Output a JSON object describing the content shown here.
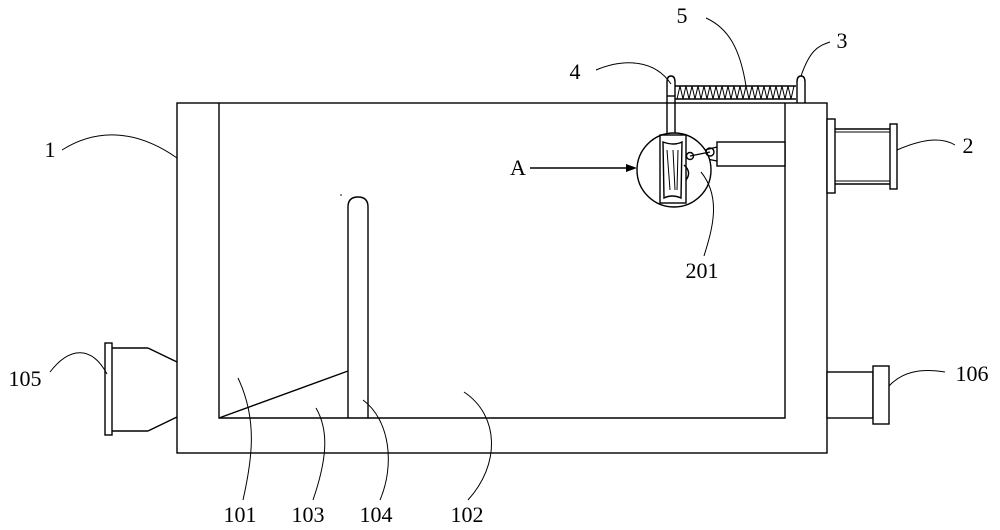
{
  "labels": {
    "tank": "1",
    "cylinder": "2",
    "post_right": "3",
    "lever": "4",
    "spring": "5",
    "detail": "A",
    "piston_rod": "201",
    "chamber_left": "101",
    "chamber_right": "102",
    "sloped_floor": "103",
    "partition": "104",
    "inlet": "105",
    "outlet": "106"
  },
  "colors": {
    "line": "#000000",
    "background": "#ffffff"
  }
}
